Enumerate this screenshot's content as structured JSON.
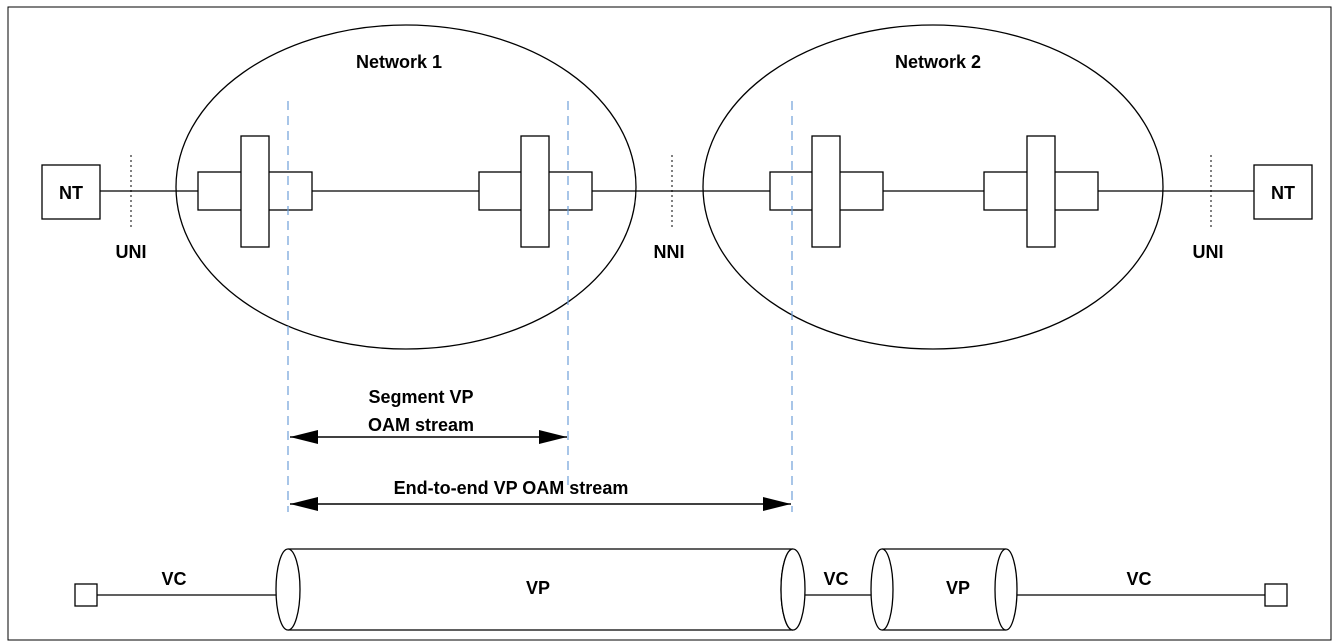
{
  "networks": {
    "network1_label": "Network 1",
    "network2_label": "Network 2"
  },
  "terminals": {
    "left_nt": "NT",
    "right_nt": "NT"
  },
  "interfaces": {
    "uni_left": "UNI",
    "nni": "NNI",
    "uni_right": "UNI"
  },
  "streams": {
    "segment_line1": "Segment VP",
    "segment_line2": "OAM stream",
    "end_to_end": "End-to-end VP OAM stream"
  },
  "connections": {
    "vc_left": "VC",
    "vp_main": "VP",
    "vc_middle": "VC",
    "vp_second": "VP",
    "vc_right": "VC"
  }
}
